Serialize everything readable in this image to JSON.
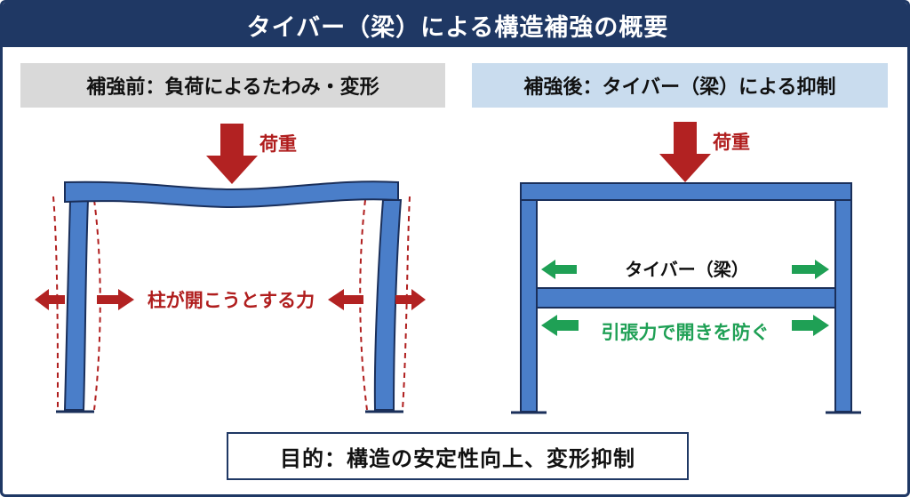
{
  "title": "タイバー（梁）による構造補強の概要",
  "left_panel": {
    "heading": "補強前：負荷によるたわみ・変形",
    "load_label": "荷重",
    "force_label": "柱が開こうとする力"
  },
  "right_panel": {
    "heading": "補強後：タイバー（梁）による抑制",
    "load_label": "荷重",
    "tie_bar_label": "タイバー（梁）",
    "tension_label": "引張力で開きを防ぐ"
  },
  "purpose": "目的：構造の安定性向上、変形抑制",
  "colors": {
    "title_bg": "#1f3864",
    "frame_fill": "#4a7ec9",
    "frame_stroke": "#1a2f5a",
    "load_arrow": "#b22222",
    "force_text": "#b01e1e",
    "tension_green": "#1fa055",
    "left_heading_bg": "#d9d9d9",
    "right_heading_bg": "#c9dcee"
  },
  "icons": {
    "load": "down-arrow-icon",
    "force": "left-right-arrow-icon",
    "tension": "green-arrow-icon"
  }
}
